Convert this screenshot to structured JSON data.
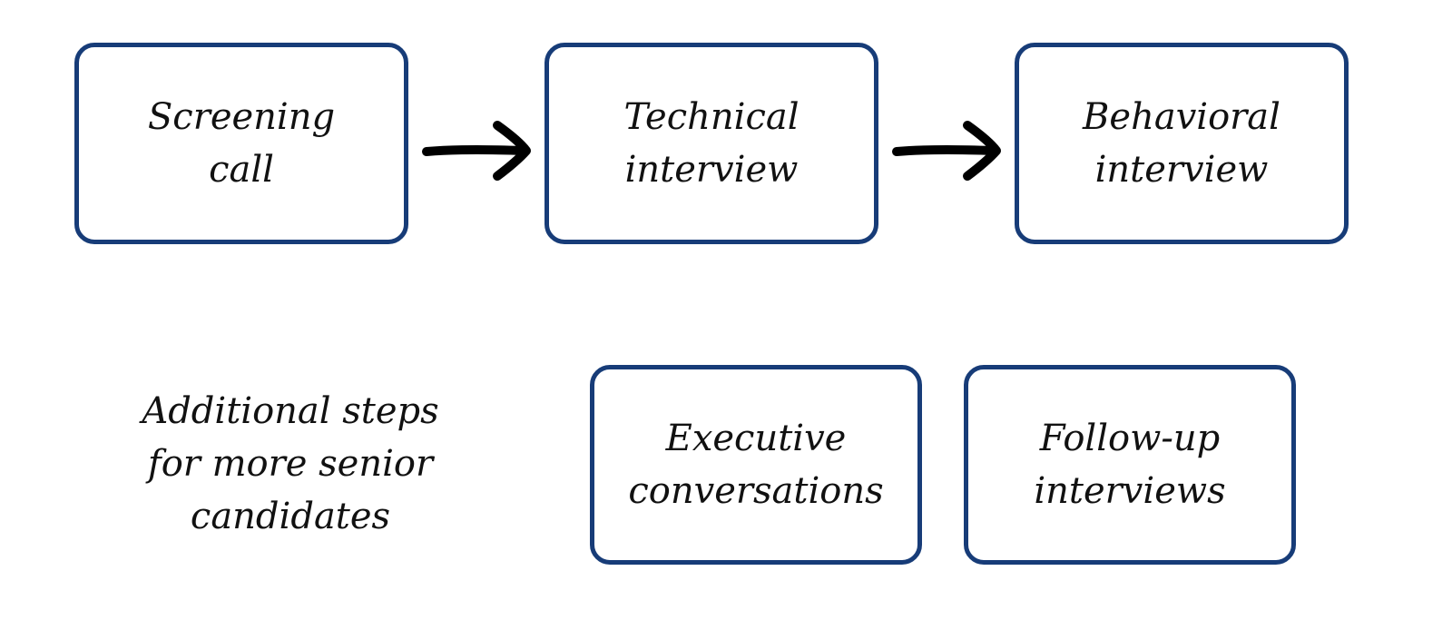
{
  "diagram": {
    "main_flow": [
      {
        "label": "Screening\ncall"
      },
      {
        "label": "Technical\ninterview"
      },
      {
        "label": "Behavioral\ninterview"
      }
    ],
    "additional_note": "Additional steps\nfor more senior\ncandidates",
    "additional_steps": [
      {
        "label": "Executive\nconversations"
      },
      {
        "label": "Follow-up\ninterviews"
      }
    ]
  },
  "colors": {
    "box_border": "#173c78",
    "arrow": "#000000",
    "text": "#111111",
    "background": "#ffffff"
  }
}
